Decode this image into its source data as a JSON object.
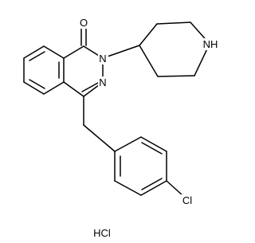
{
  "atoms": {
    "o": "O",
    "n_ring_2": "N",
    "n_ring_3": "N",
    "nh": "NH",
    "cl": "Cl"
  },
  "salt": "HCl"
}
